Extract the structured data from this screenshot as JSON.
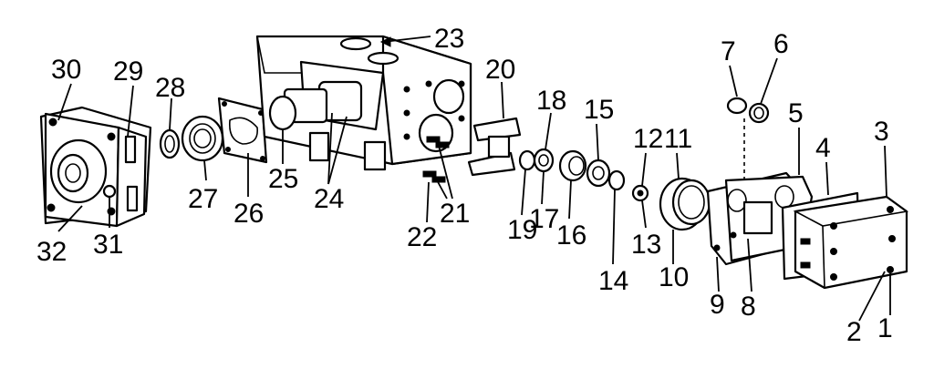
{
  "diagram": {
    "type": "exploded-parts-diagram",
    "line_color": "#000000",
    "background": "#ffffff",
    "callouts": [
      "1",
      "2",
      "3",
      "4",
      "5",
      "6",
      "7",
      "8",
      "9",
      "10",
      "11",
      "12",
      "13",
      "14",
      "15",
      "16",
      "17",
      "18",
      "19",
      "20",
      "21",
      "22",
      "23",
      "24",
      "25",
      "26",
      "27",
      "28",
      "29",
      "30",
      "31",
      "32"
    ]
  }
}
